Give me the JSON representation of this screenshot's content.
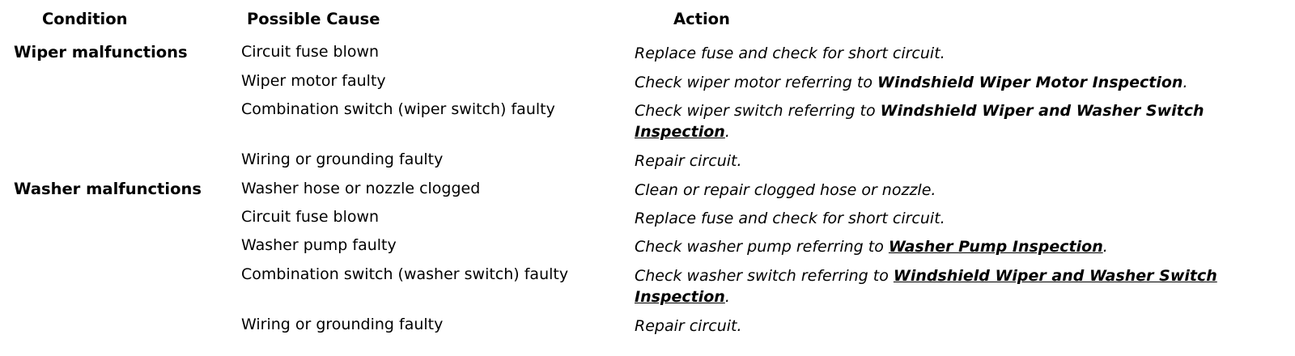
{
  "headers": {
    "condition": "Condition",
    "cause": "Possible Cause",
    "action": "Action"
  },
  "rows": [
    {
      "condition": "Wiper malfunctions",
      "cause": "Circuit fuse blown",
      "action_pre": "Replace fuse and check for short circuit.",
      "action_ref": "",
      "action_post": ""
    },
    {
      "condition": "",
      "cause": "Wiper motor faulty",
      "action_pre": "Check wiper motor referring to ",
      "action_ref": "Windshield Wiper Motor Inspection",
      "action_post": "."
    },
    {
      "condition": "",
      "cause": "Combination switch (wiper switch) faulty",
      "action_pre": "Check wiper switch referring to ",
      "action_ref": "Windshield Wiper and Washer Switch",
      "action_ref2": "Inspection",
      "action_post": "."
    },
    {
      "condition": "",
      "cause": "Wiring or grounding faulty",
      "action_pre": "Repair circuit.",
      "action_ref": "",
      "action_post": ""
    },
    {
      "condition": "Washer malfunctions",
      "cause": "Washer hose or nozzle clogged",
      "action_pre": "Clean or repair clogged hose or nozzle.",
      "action_ref": "",
      "action_post": ""
    },
    {
      "condition": "",
      "cause": "Circuit fuse blown",
      "action_pre": "Replace fuse and check for short circuit.",
      "action_ref": "",
      "action_post": ""
    },
    {
      "condition": "",
      "cause": "Washer pump faulty",
      "action_pre": "Check washer pump referring to ",
      "action_ref": "Washer Pump Inspection",
      "action_post": "."
    },
    {
      "condition": "",
      "cause": "Combination switch (washer switch) faulty",
      "action_pre": "Check washer switch referring to ",
      "action_ref": "Windshield Wiper and Washer Switch",
      "action_ref2": "Inspection",
      "action_post": "."
    },
    {
      "condition": "",
      "cause": "Wiring or grounding faulty",
      "action_pre": "Repair circuit.",
      "action_ref": "",
      "action_post": ""
    }
  ]
}
